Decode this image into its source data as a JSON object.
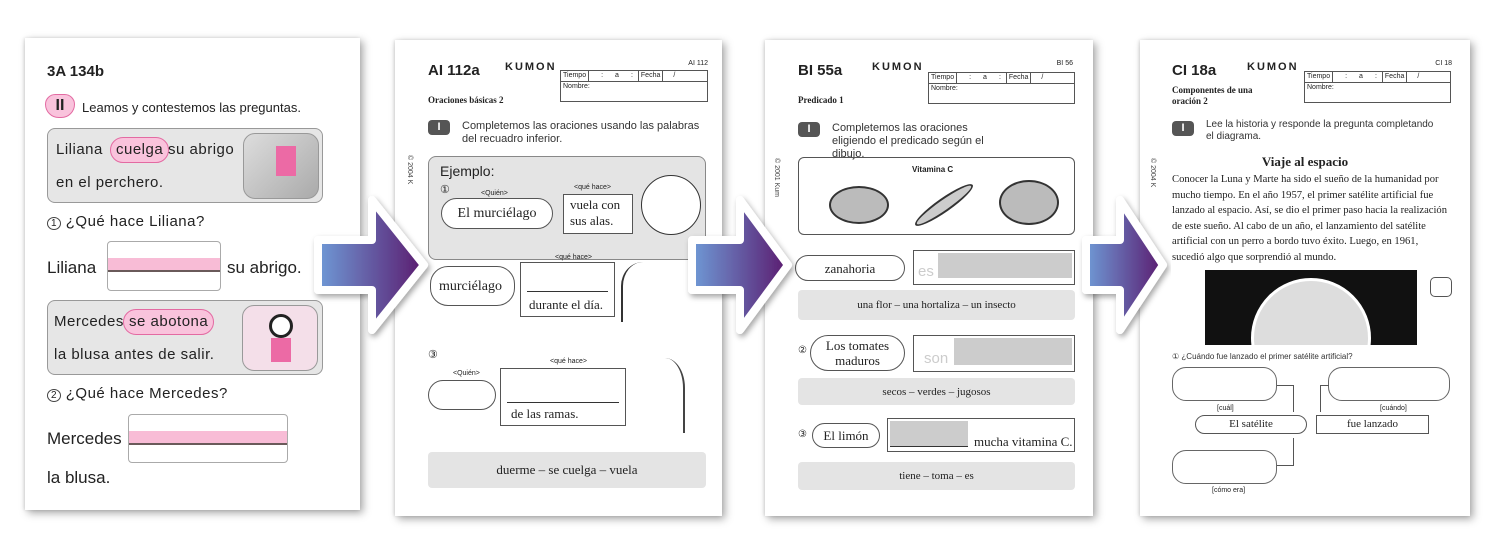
{
  "page1": {
    "code": "3A 134b",
    "badge": "II",
    "instruction": "Leamos y contestemos las preguntas.",
    "s1": {
      "a": "Liliana",
      "verb": "cuelga",
      "b": "su abrigo",
      "c": "en el perchero."
    },
    "q1": {
      "num": "1",
      "text": "¿Qué hace Liliana?",
      "before": "Liliana",
      "after": "su abrigo."
    },
    "s2": {
      "a": "Mercedes",
      "verb": "se abotona",
      "c": "la blusa antes de salir."
    },
    "q2": {
      "num": "2",
      "text": "¿Qué hace Mercedes?",
      "before": "Mercedes",
      "after": "la blusa."
    }
  },
  "page2": {
    "code": "AI 112a",
    "brand": "KUMON",
    "corner": "AI 112",
    "subtitle": "Oraciones básicas 2",
    "badge": "I",
    "instruction": "Completemos las oraciones usando las palabras del recuadro inferior.",
    "copyright": "© 2004 K",
    "header": {
      "tiempo": "Tiempo",
      "sep1": ":",
      "a": "a",
      "sep2": ":",
      "fecha": "Fecha",
      "slash": "/",
      "nombre": "Nombre:"
    },
    "example_label": "Ejemplo:",
    "num1": "①",
    "quien": "<Quién>",
    "que_hace": "<qué hace>",
    "ex_subject": "El murciélago",
    "ex_pred": "vuela con sus alas.",
    "item2_subject": "murciélago",
    "item2_pred": "durante el día.",
    "num3": "③",
    "item3_pred": "de las ramas.",
    "bank": "duerme – se cuelga – vuela"
  },
  "page3": {
    "code": "BI 55a",
    "brand": "KUMON",
    "corner": "BI 56",
    "subtitle": "Predicado 1",
    "badge": "I",
    "instruction": "Completemos las oraciones eligiendo el predicado según el dibujo.",
    "copyright": "© 2001 Kum",
    "header": {
      "tiempo": "Tiempo",
      "sep1": ":",
      "a": "a",
      "sep2": ":",
      "fecha": "Fecha",
      "slash": "/",
      "nombre": "Nombre:"
    },
    "image_label": "Vitamina C",
    "item1": {
      "subject": "zanahoria",
      "hint": "es",
      "bank": "una flor – una hortaliza – un insecto"
    },
    "item2": {
      "num": "②",
      "subject": "Los tomates maduros",
      "hint": "son",
      "bank": "secos – verdes – jugosos"
    },
    "item3": {
      "num": "③",
      "subject": "El limón",
      "after": "mucha vitamina C.",
      "bank": "tiene – toma – es"
    }
  },
  "page4": {
    "code": "CI 18a",
    "brand": "KUMON",
    "corner": "CI 18",
    "subtitle": "Componentes de una oración 2",
    "badge": "I",
    "instruction": "Lee la historia y responde la pregunta completando el diagrama.",
    "copyright": "© 2004 K",
    "header": {
      "tiempo": "Tiempo",
      "sep1": ":",
      "a": "a",
      "sep2": ":",
      "fecha": "Fecha",
      "slash": "/",
      "nombre": "Nombre:"
    },
    "story_title": "Viaje al espacio",
    "story": "Conocer la Luna y Marte ha sido el sueño de la humanidad por mucho tiempo. En el año 1957, el primer satélite artificial fue lanzado al espacio. Así, se dio el primer paso hacia la realización de este sueño. Al cabo de un año, el lanzamiento del satélite artificial con un perro a bordo tuvo éxito. Luego, en 1961, sucedió algo que sorprendió al mundo.",
    "q_num": "①",
    "question": "¿Cuándo fue lanzado el primer satélite artificial?",
    "label_cual": "[cuál]",
    "label_cuando": "[cuándo]",
    "label_como": "[cómo era]",
    "subject": "El satélite",
    "predicate": "fue lanzado"
  },
  "colors": {
    "arrow_start": "#6f9ad6",
    "arrow_end": "#5a1a6e",
    "pink": "#f8bcd6"
  }
}
